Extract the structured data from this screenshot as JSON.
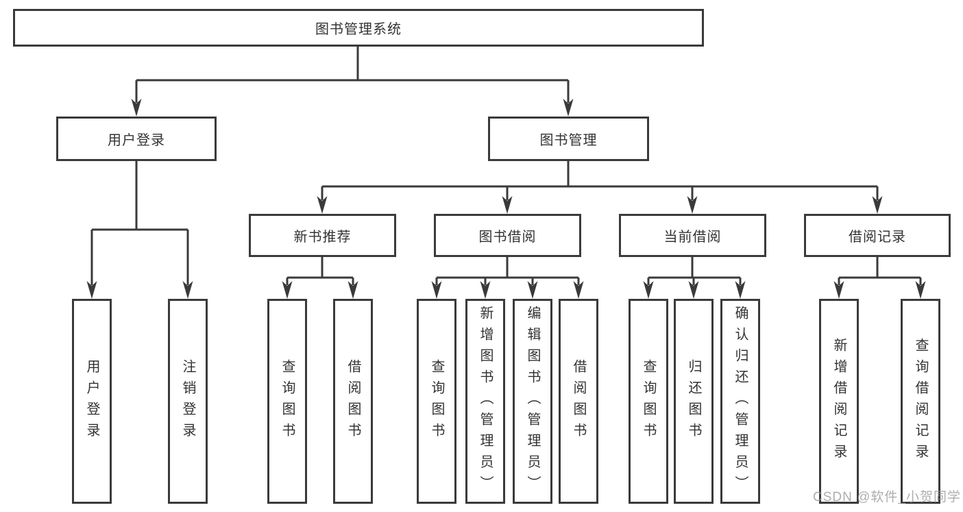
{
  "watermark": "CSDN @软件_小贺同学",
  "colors": {
    "line": "#3a3a3a",
    "text": "#333333",
    "node_fill": "#ffffff",
    "watermark_text": "#969696"
  },
  "tree": {
    "label": "图书管理系统",
    "children": [
      {
        "label": "用户登录",
        "children": [
          {
            "label": "用户登录"
          },
          {
            "label": "注销登录"
          }
        ]
      },
      {
        "label": "图书管理",
        "children": [
          {
            "label": "新书推荐",
            "children": [
              {
                "label": "查询图书"
              },
              {
                "label": "借阅图书"
              }
            ]
          },
          {
            "label": "图书借阅",
            "children": [
              {
                "label": "查询图书"
              },
              {
                "label": "新增图书（管理员）"
              },
              {
                "label": "编辑图书（管理员）"
              },
              {
                "label": "借阅图书"
              }
            ]
          },
          {
            "label": "当前借阅",
            "children": [
              {
                "label": "查询图书"
              },
              {
                "label": "归还图书"
              },
              {
                "label": "确认归还（管理员）"
              }
            ]
          },
          {
            "label": "借阅记录",
            "children": [
              {
                "label": "新增借阅记录"
              },
              {
                "label": "查询借阅记录"
              }
            ]
          }
        ]
      }
    ]
  }
}
